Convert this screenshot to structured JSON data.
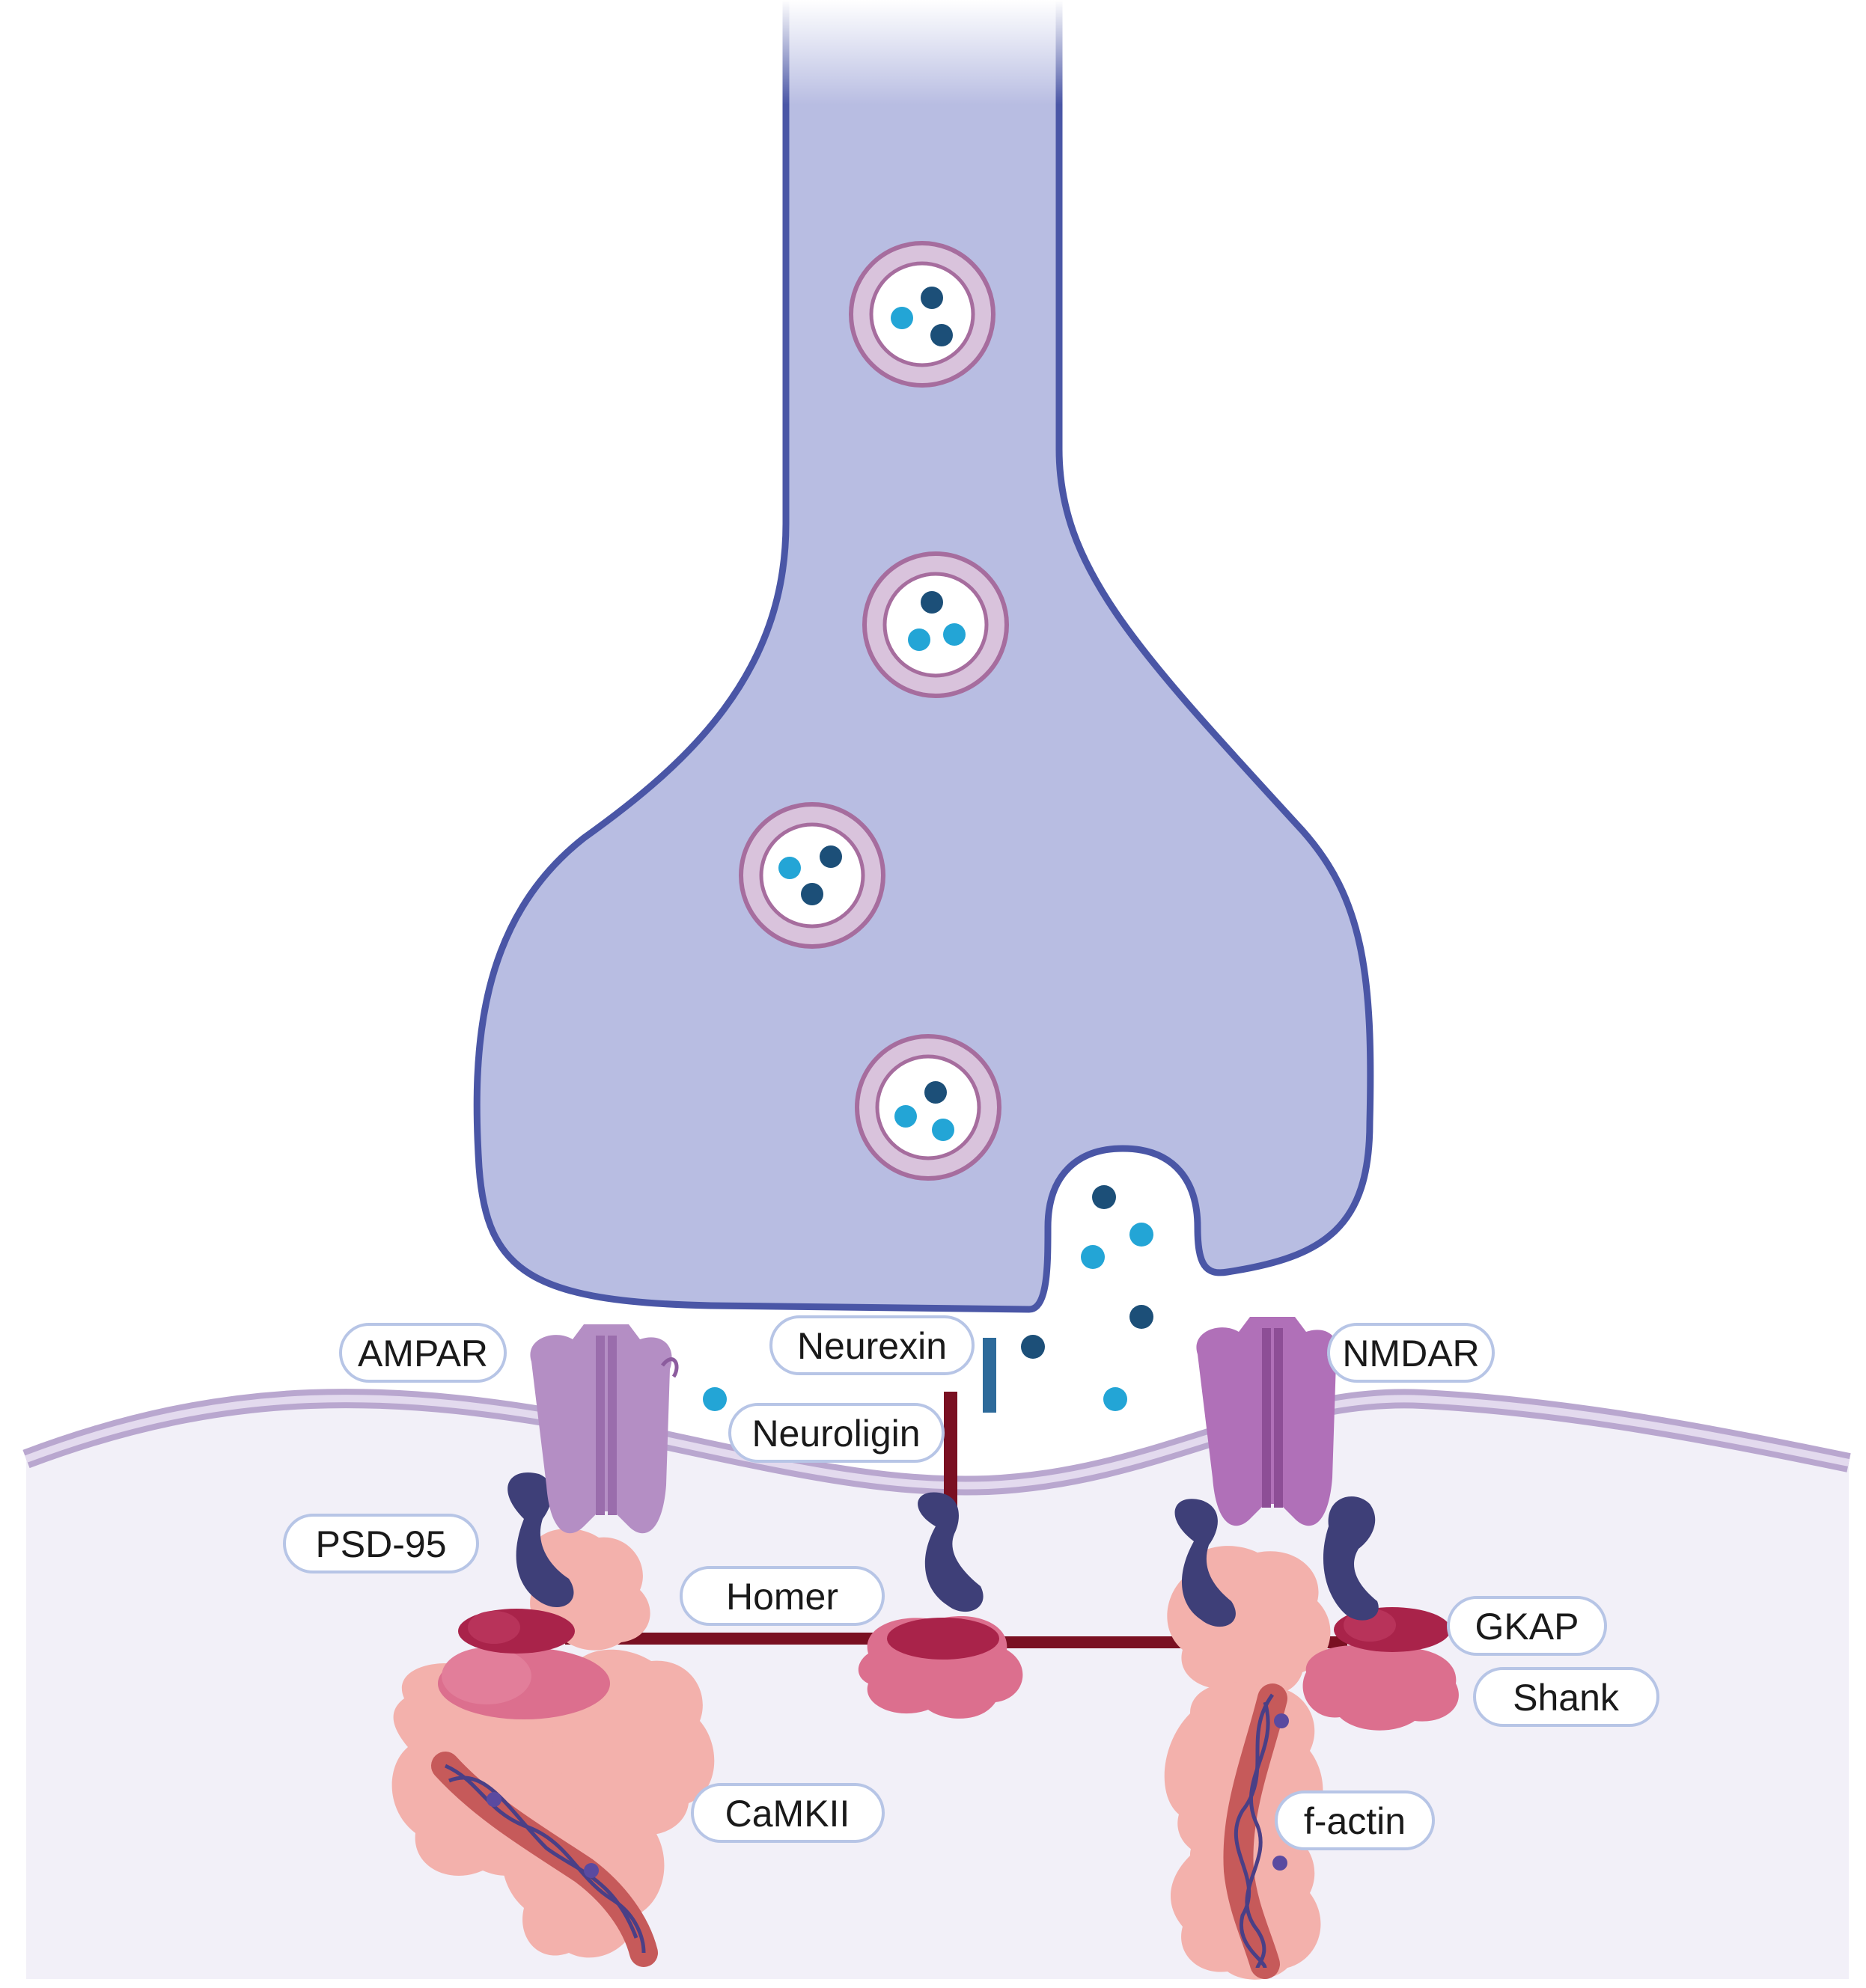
{
  "labels": {
    "ampar": "AMPAR",
    "neurexin": "Neurexin",
    "nmdar": "NMDAR",
    "neuroligin": "Neuroligin",
    "psd95": "PSD-95",
    "homer": "Homer",
    "gkap": "GKAP",
    "shank": "Shank",
    "camkii": "CaMKII",
    "factin": "f-actin"
  },
  "colors": {
    "terminal_fill": "#b8bde2",
    "terminal_stroke": "#4a56a6",
    "vesicle_ring": "#d9c3dc",
    "vesicle_stroke": "#a66d9e",
    "nt_light": "#23a5d6",
    "nt_dark": "#1c4f78",
    "postsyn_fill": "#f2f0f8",
    "membrane": "#b9a7cf",
    "ampar": "#b48ec4",
    "nmdar": "#b070b8",
    "psd95": "#3e3f78",
    "scaffold_line": "#7a1022",
    "gkap": "#a9234a",
    "shank": "#dc6f8e",
    "homer_camkii": "#f3b1ac",
    "actin": "#c65a5a",
    "neurexin_bar": "#2d6a9a"
  }
}
